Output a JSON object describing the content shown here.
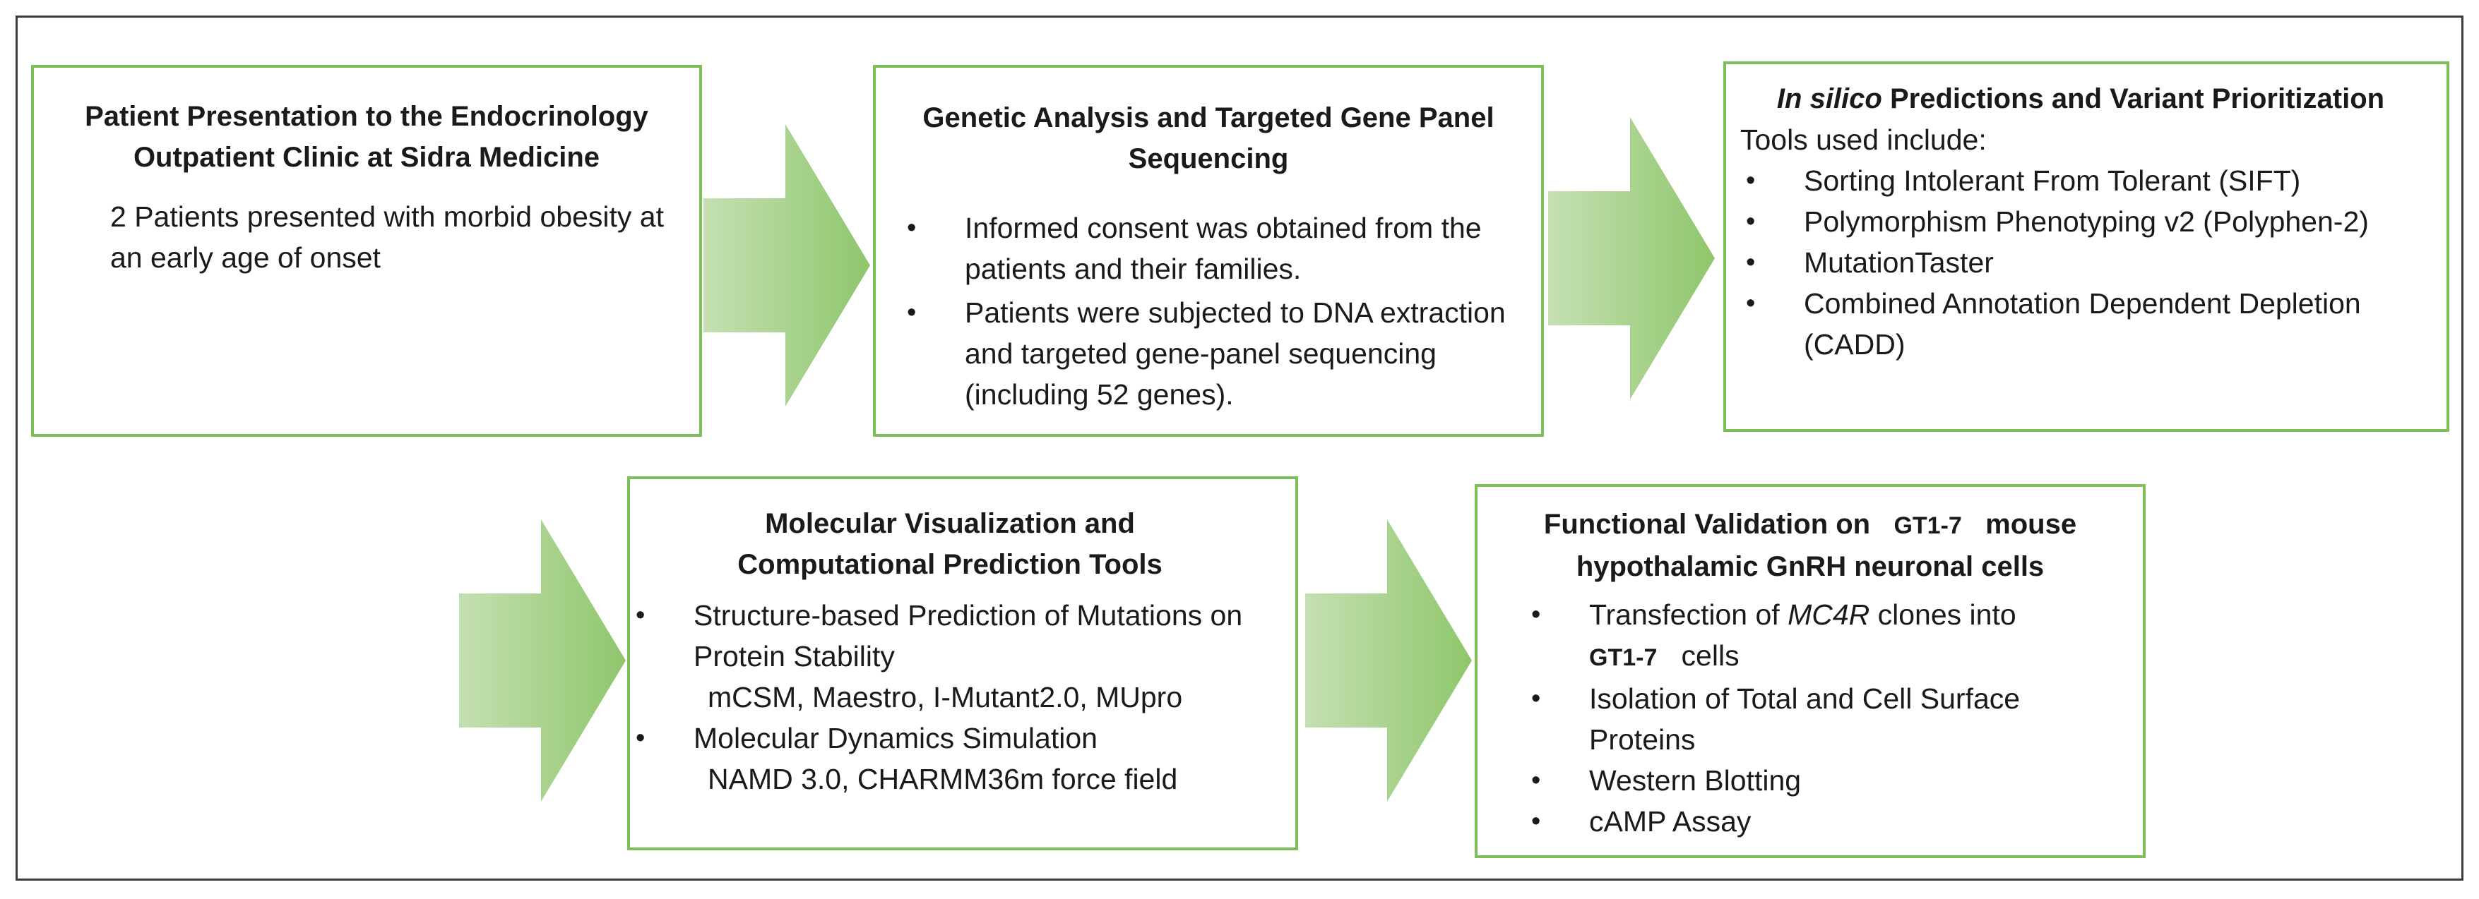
{
  "box1": {
    "title": "Patient Presentation to the Endocrinology Outpatient Clinic at Sidra Medicine",
    "body": "2 Patients presented with morbid obesity at an early age of onset"
  },
  "box2": {
    "title": "Genetic Analysis and Targeted Gene Panel Sequencing",
    "bullets": [
      "Informed consent was obtained from the patients and their families.",
      "Patients were subjected to DNA extraction and targeted gene-panel sequencing (including 52 genes)."
    ]
  },
  "box3": {
    "title_italic": "In silico",
    "title_rest": " Predictions and Variant Prioritization",
    "intro": "Tools used include:",
    "bullets": [
      "Sorting Intolerant From Tolerant (SIFT)",
      "Polymorphism Phenotyping v2 (Polyphen-2)",
      "MutationTaster",
      "Combined Annotation Dependent Depletion (CADD)"
    ]
  },
  "box4": {
    "title": "Molecular Visualization and Computational Prediction Tools",
    "bullet1": "Structure-based Prediction of Mutations on Protein Stability",
    "bullet1_sub": "mCSM, Maestro, I-Mutant2.0, MUpro",
    "bullet2": "Molecular Dynamics Simulation",
    "bullet2_sub": "NAMD 3.0, CHARMM36m force field"
  },
  "box5": {
    "title_pre": "Functional Validation on",
    "title_tag": "GT1-7",
    "title_post": "mouse hypothalamic GnRH neuronal cells",
    "b1_pre": "Transfection of ",
    "b1_italic": "MC4R",
    "b1_mid": " clones into",
    "b1_tag": "GT1-7",
    "b1_post": "cells",
    "bullets": [
      "Isolation of Total and Cell Surface Proteins",
      "Western Blotting",
      "cAMP Assay"
    ]
  },
  "colors": {
    "box_border": "#7fbf5a",
    "arrow_fill": "#a9d18e",
    "frame_border": "#3b3b3b"
  }
}
